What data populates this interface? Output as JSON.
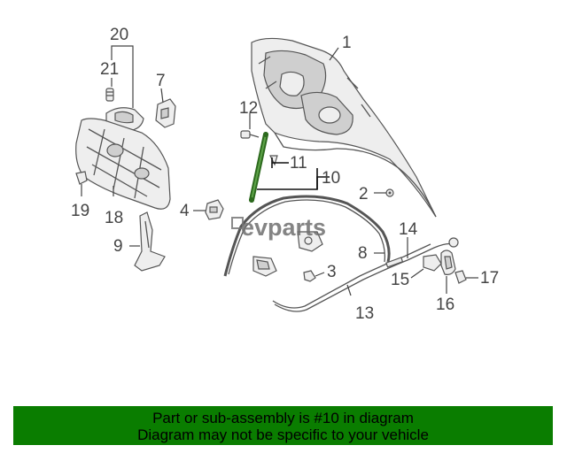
{
  "diagram": {
    "watermark": "evparts",
    "callouts": {
      "c1": "1",
      "c2": "2",
      "c3": "3",
      "c4": "4",
      "c7": "7",
      "c8": "8",
      "c9": "9",
      "c10": "10",
      "c11": "11",
      "c12": "12",
      "c13": "13",
      "c14": "14",
      "c15": "15",
      "c16": "16",
      "c17": "17",
      "c18": "18",
      "c19": "19",
      "c20": "20",
      "c21": "21"
    },
    "highlight_color": "#2d6a1e"
  },
  "banner": {
    "line1": "Part or sub-assembly is #10 in diagram",
    "line2": "Diagram may not be specific to your vehicle",
    "color": "#0a7d00"
  }
}
